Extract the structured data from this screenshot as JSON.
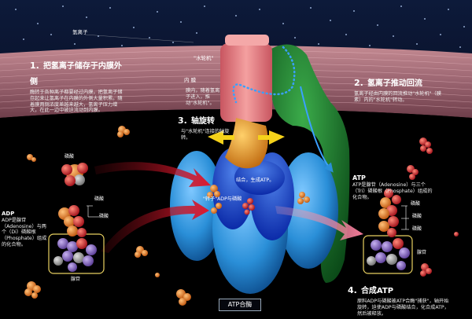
{
  "labels": {
    "hydrogen_ion": "氢离子",
    "inner_membrane": "内 膜",
    "water_wheel": "\"水轮机\"",
    "turbine": "\"转子\"",
    "step1_num": "1.",
    "step1_title": "把氢离子储存于内膜外侧",
    "step1_desc": "酶转于各种离子都要经过内膜，把氢离子储存起来让氢离子在内膜的外侧大量积累。随着膜两侧浓度差越来越大，氢离子压力增大，在此一边中被迫流动到内膜。",
    "step2_num": "2.",
    "step2_title": "氢离子推动回流",
    "step2_desc": "氢离子经由内膜的回流推动\"水轮机\"（膜素）内的\"水轮机\"转动。",
    "inner_note": "膜内，随着氢离子进入，推动\"水轮机\"。",
    "step3_num": "3.",
    "step3_title": "轴旋转",
    "step3_desc": "与\"水轮机\"连接的轴旋转。",
    "phosphate_left": "磷酸",
    "adp_title": "ADP",
    "adp_desc": "ADP是腺苷（Adenosine）与两个（Di）磷酸根（Phosphate）组成的化合物。",
    "phosphate_a": "磷酸",
    "phosphate_b": "磷酸",
    "adenosine_left": "腺苷",
    "turbine_adp": "\"转子\"ADP与磷酸",
    "bond_atp": "结合，生成ATP。",
    "atp_title": "ATP",
    "atp_desc": "ATP是腺苷（Adenosine）与三个（Tri）磷酸根（Phosphate）组成的化合物。",
    "atp_p1": "磷酸",
    "atp_p2": "磷酸",
    "atp_p3": "磷酸",
    "adenosine_right": "腺苷",
    "step4_num": "4.",
    "step4_title": "合成ATP",
    "step4_desc": "原料ADP与磷酸被ATP合酶\"捕获\"，轴开始旋转，迫使ADP与磷酸结合，化合成ATP，然后被释放。",
    "caption": "ATP合酶"
  },
  "colors": {
    "space_top": "#0a1530",
    "membrane": "#b07a84",
    "head_pink": "#e07a8a",
    "rotor_red": "#e8807f",
    "stator_green": "#1f7a2e",
    "catalytic_blue": "#2a8fd8",
    "arrow_red": "#d8152c",
    "shaft_orange": "#e89a2a",
    "arrow_yellow": "#f5d21a",
    "phosphate_orange": "#e87a1e",
    "adenosine_purple": "#8a6bc0"
  },
  "icons": [
    "phosphate-molecule",
    "adp-molecule",
    "atp-molecule",
    "rotation-arrow-icon",
    "flow-arrow-icon"
  ]
}
